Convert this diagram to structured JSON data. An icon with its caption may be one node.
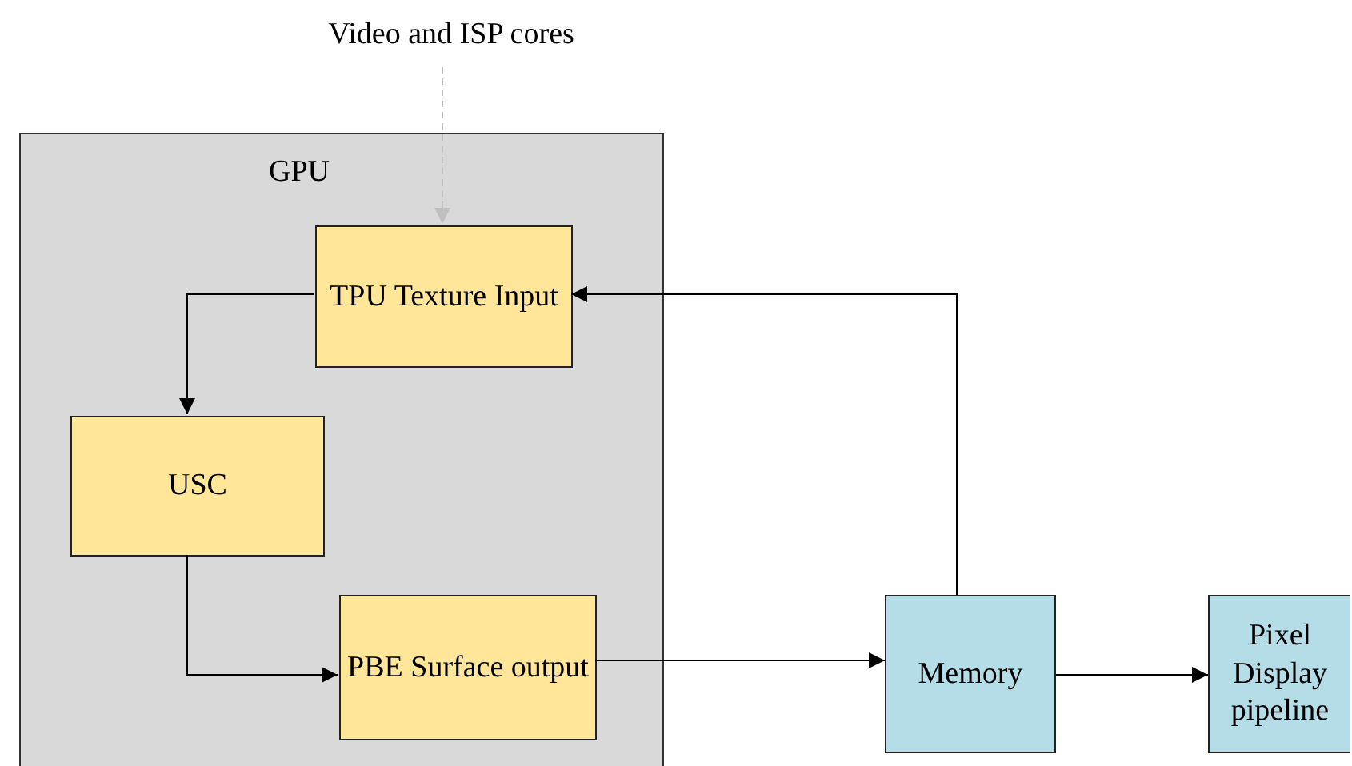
{
  "diagram": {
    "nodes": [
      {
        "text": [
          "Video and ISP cores"
        ]
      },
      {
        "text": [
          "GPU"
        ]
      },
      {
        "text": [
          "TPU Texture Input"
        ],
        "in": 1
      },
      {
        "text": [
          "USC"
        ],
        "in": 1
      },
      {
        "text": [
          "PBE Surface output"
        ],
        "in": 1
      },
      {
        "text": [
          "Memory"
        ]
      },
      {
        "text": [
          "Pixel Display pipeline"
        ]
      }
    ],
    "edges": [
      {
        "from": 0,
        "to": 2,
        "arrow": "to",
        "style": "dashed",
        "color": "#bfbfbf"
      },
      {
        "from": 2,
        "to": 3,
        "arrow": "to"
      },
      {
        "from": 3,
        "to": 4,
        "arrow": "to"
      },
      {
        "from": 4,
        "to": 5,
        "arrow": "to"
      },
      {
        "from": 5,
        "to": 2,
        "arrow": "to"
      },
      {
        "from": 5,
        "to": 6,
        "arrow": "to"
      }
    ]
  }
}
